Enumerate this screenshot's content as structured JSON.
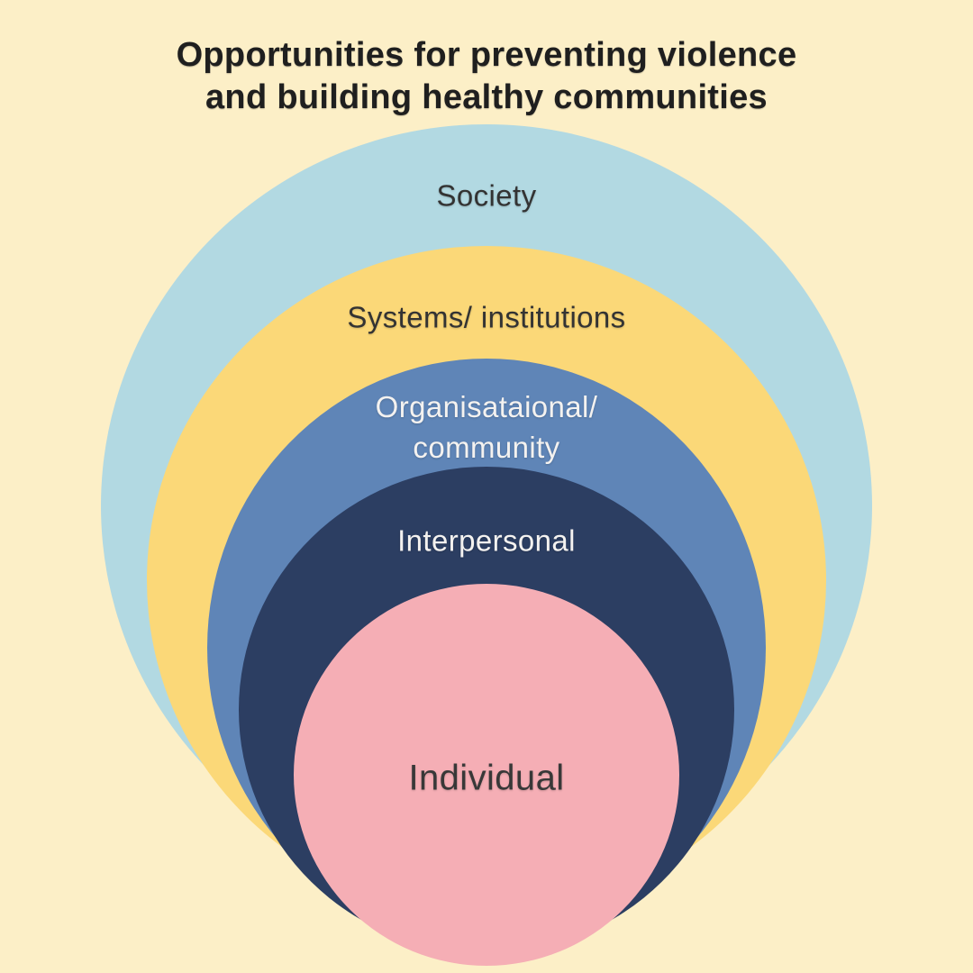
{
  "colors": {
    "background": "#fcefc7",
    "title_text": "#1f1f1f"
  },
  "title": {
    "line1": "Opportunities for preventing violence",
    "line2": "and building healthy communities"
  },
  "rings": [
    {
      "label_lines": [
        "Society"
      ],
      "color": "#b2d9e2",
      "text_color": "#333333"
    },
    {
      "label_lines": [
        "Systems/ institutions"
      ],
      "color": "#fbd878",
      "text_color": "#333333"
    },
    {
      "label_lines": [
        "Organisataional/",
        "community"
      ],
      "color": "#5f85b7",
      "text_color": "#f4f2f0"
    },
    {
      "label_lines": [
        "Interpersonal"
      ],
      "color": "#2c3e62",
      "text_color": "#f4f2f0"
    },
    {
      "label_lines": [
        "Individual"
      ],
      "color": "#f5aeb5",
      "text_color": "#383838"
    }
  ]
}
